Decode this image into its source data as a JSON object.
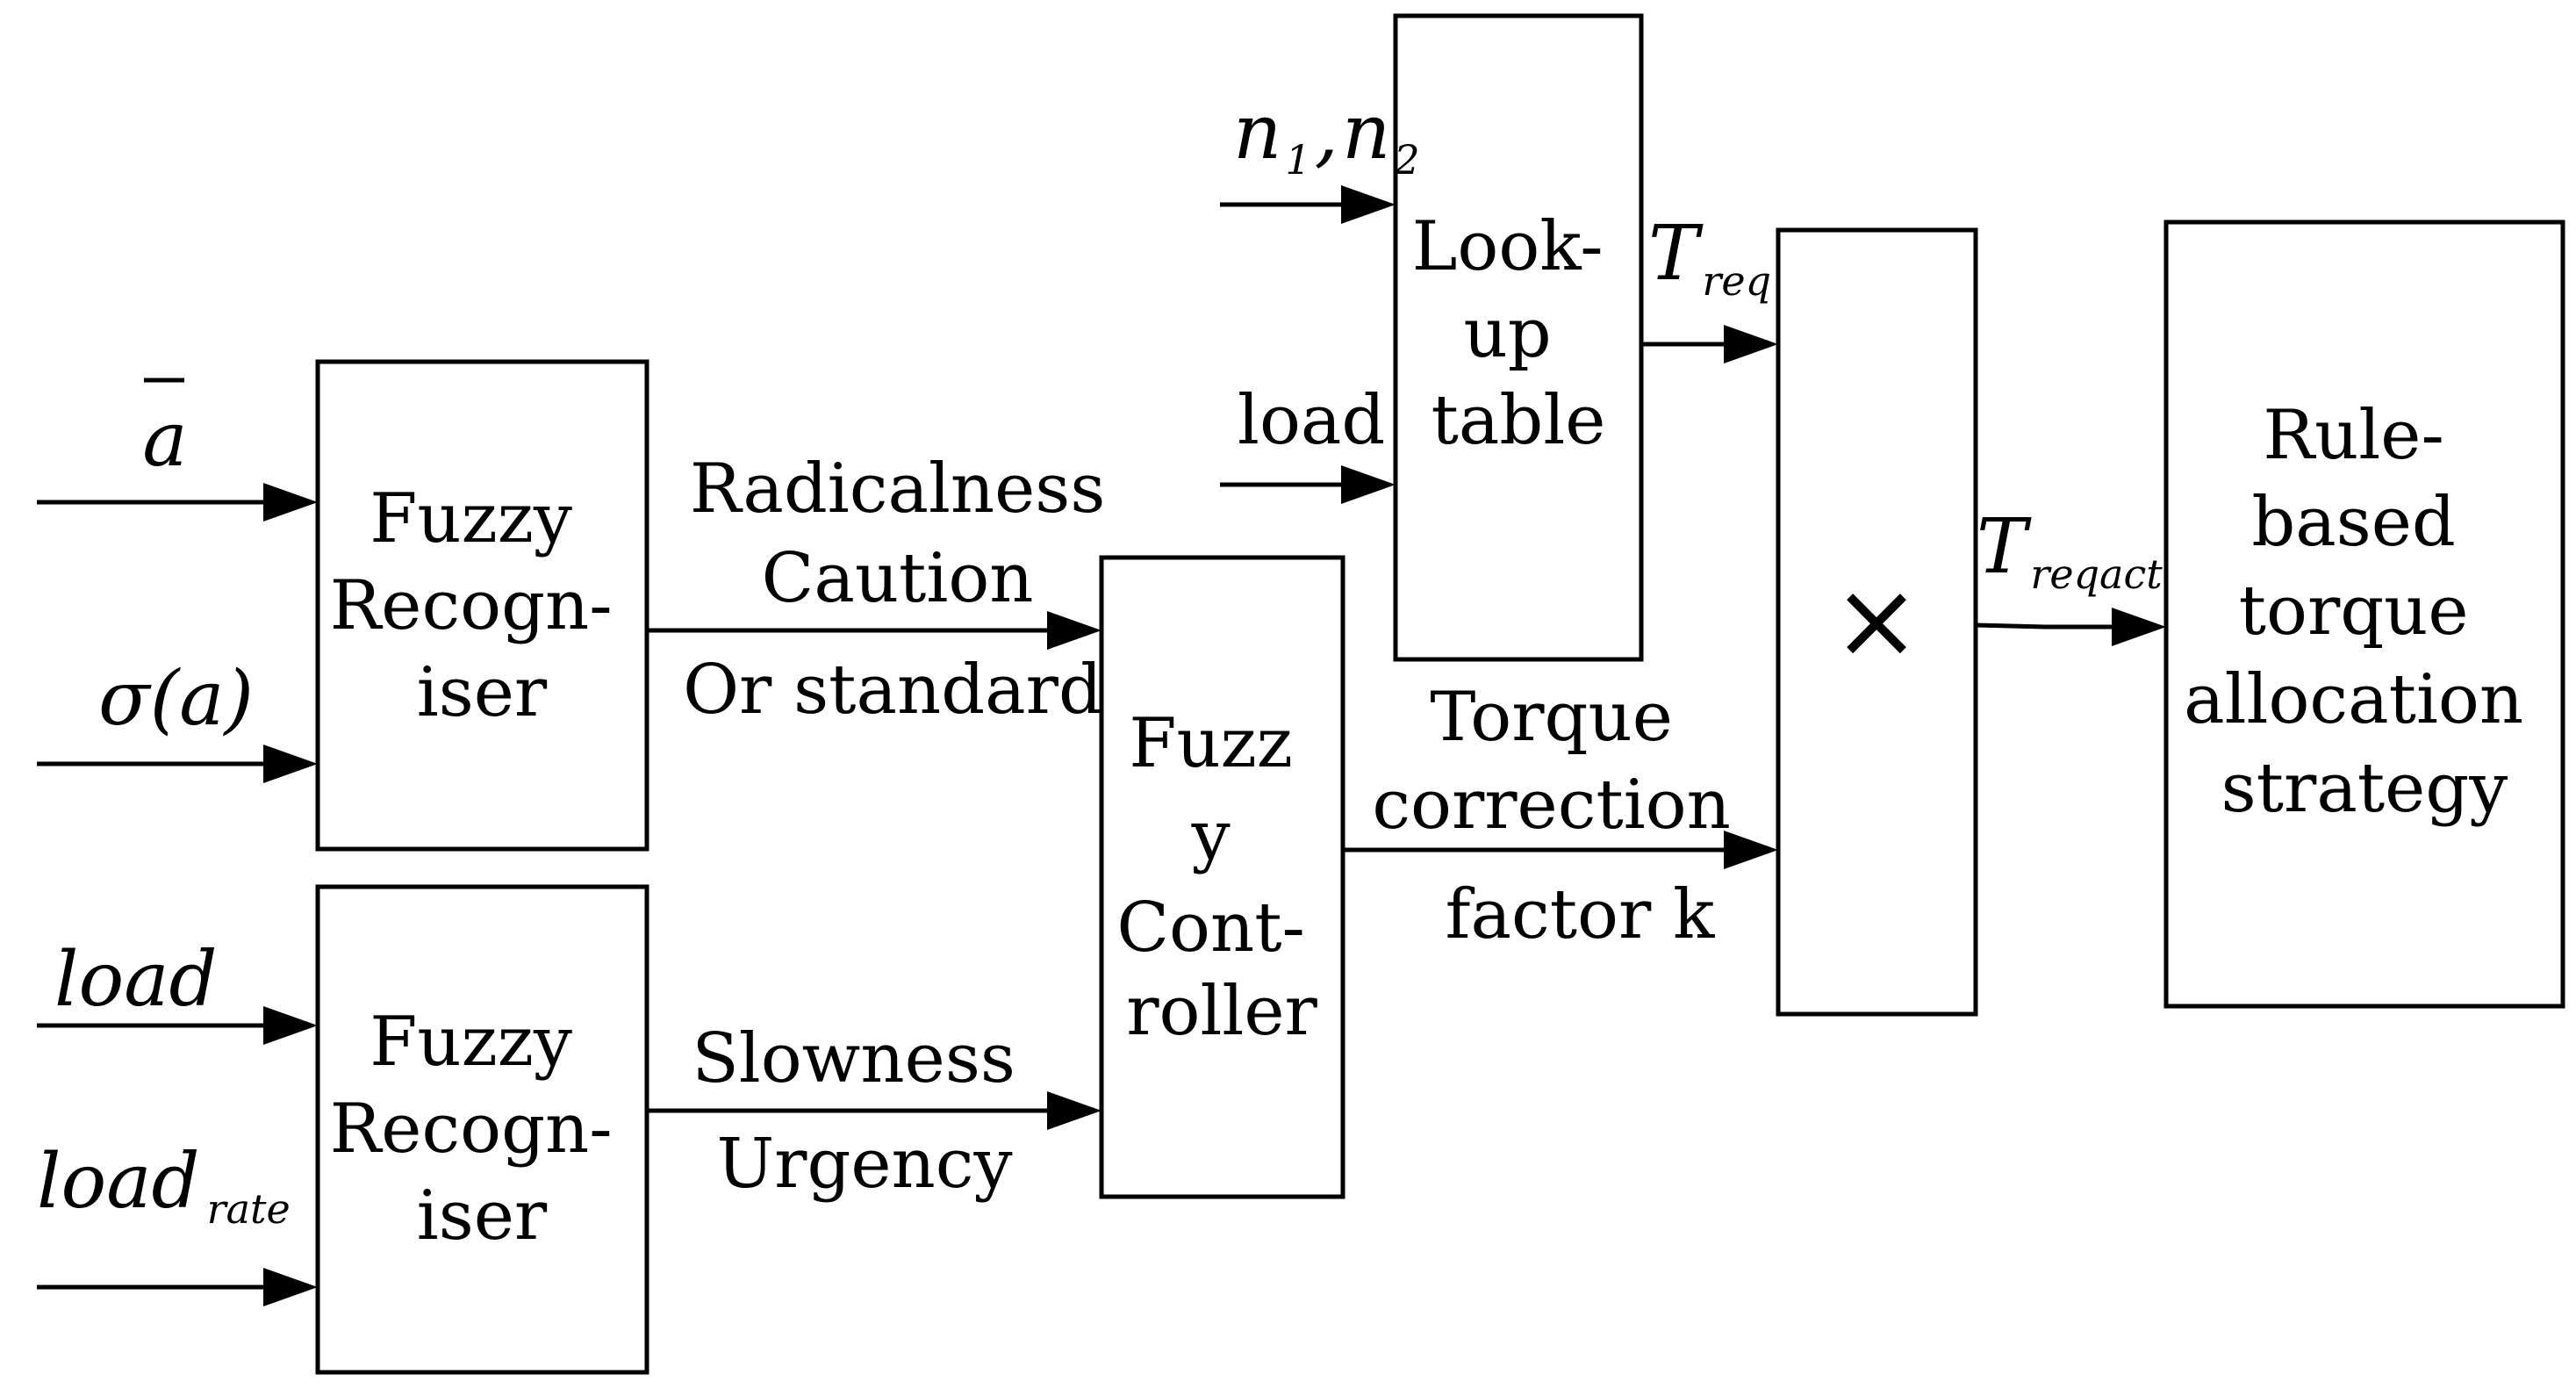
{
  "blocks": {
    "recognizer1": [
      "Fuzzy",
      "Recogn-",
      "iser"
    ],
    "recognizer2": [
      "Fuzzy",
      "Recogn-",
      "iser"
    ],
    "controller": [
      "Fuzz",
      "y",
      "Cont-",
      "roller"
    ],
    "lookup": [
      "Look-",
      "up",
      "table"
    ],
    "multiply": "×",
    "strategy": [
      "Rule-",
      "based",
      "torque",
      "allocation",
      "strategy"
    ]
  },
  "inputs": {
    "a_bar": "a",
    "sigma_a": "σ(a)",
    "load": "load",
    "load_rate_main": "load",
    "load_rate_sub": "rate",
    "n1n2_main": "n",
    "n1n2_sub1": "1",
    "n1n2_comma": ",",
    "n1n2_sub2": "2",
    "load_lookup": "load"
  },
  "signals": {
    "style": [
      "Radicalness",
      "Caution",
      "Or standard"
    ],
    "urgency": [
      "Slowness",
      "Urgency"
    ],
    "factor": [
      "Torque",
      "correction",
      "factor k"
    ],
    "treq_main": "T",
    "treq_sub": "req",
    "treqact_main": "T",
    "treqact_sub": "reqact"
  }
}
